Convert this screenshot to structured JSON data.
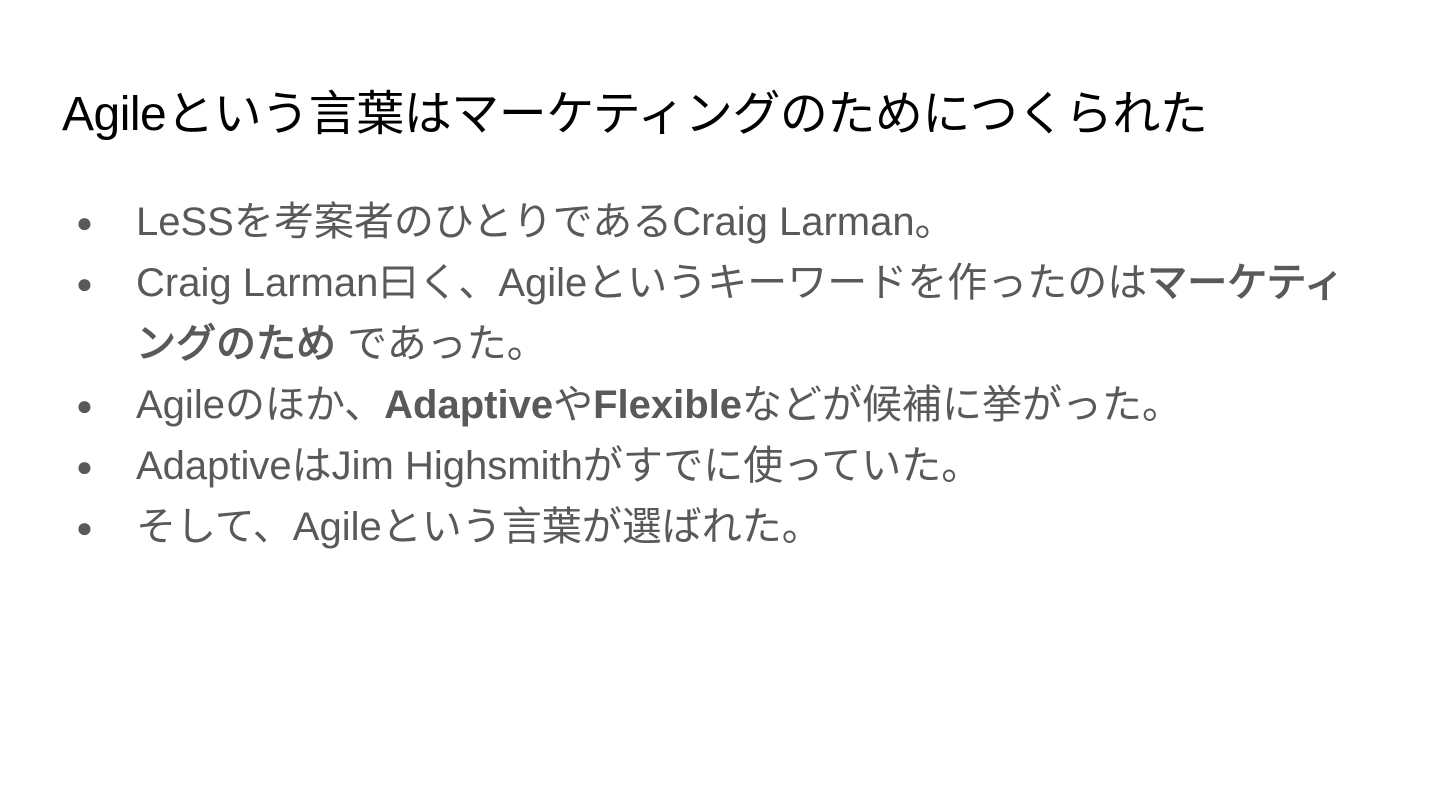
{
  "slide": {
    "title": "Agileという言葉はマーケティングのためにつくられた",
    "bullet_symbol": "●",
    "bullets": [
      {
        "text": "LeSSを考案者のひとりであるCraig Larman。"
      },
      {
        "pre": "Craig Larman曰く、Agileというキーワードを作ったのは",
        "bold": "マーケティングのため",
        "post": " であった。"
      },
      {
        "pre": "Agileのほか、",
        "bold1": "Adaptive",
        "mid": "や",
        "bold2": "Flexible",
        "post": "などが候補に挙がった。"
      },
      {
        "text": "AdaptiveはJim Highsmithがすでに使っていた。"
      },
      {
        "text": "そして、Agileという言葉が選ばれた。"
      }
    ]
  },
  "colors": {
    "title": "#000000",
    "body": "#595959",
    "background": "#ffffff"
  }
}
